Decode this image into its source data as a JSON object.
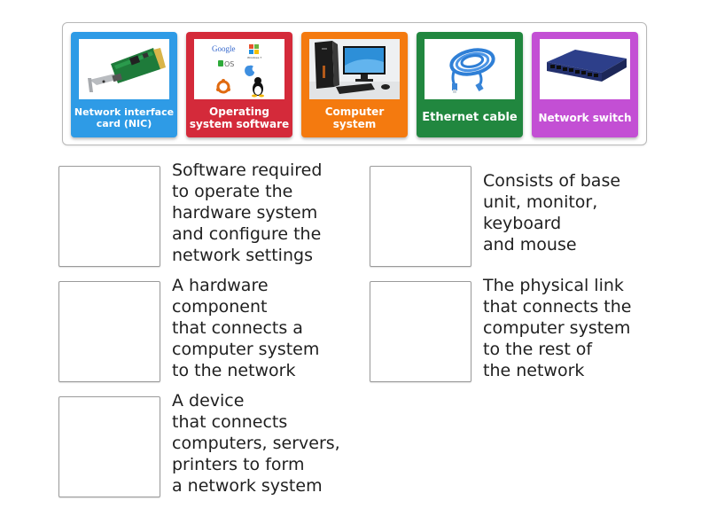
{
  "activity": {
    "tray": {
      "cards": [
        {
          "id": "nic",
          "label": "Network interface card (NIC)",
          "color": "#2e9be6",
          "image": "network-interface-card-image"
        },
        {
          "id": "os",
          "label": "Operating system software",
          "color": "#d42a3a",
          "image": "operating-system-logos-image",
          "logos": [
            "Google",
            "OS",
            "Windows 7"
          ]
        },
        {
          "id": "computer",
          "label": "Computer system",
          "color": "#f47a0f",
          "image": "desktop-computer-image"
        },
        {
          "id": "ethernet",
          "label": "Ethernet cable",
          "color": "#21873f",
          "image": "ethernet-cable-image"
        },
        {
          "id": "switch",
          "label": "Network switch",
          "color": "#c34fd4",
          "image": "network-switch-image"
        }
      ]
    },
    "targets": [
      {
        "description": "Software required\nto operate the\nhardware system\nand configure the\nnetwork settings"
      },
      {
        "description": "Consists of base\nunit, monitor,\nkeyboard\nand mouse"
      },
      {
        "description": "A hardware\ncomponent\nthat connects a\ncomputer system\nto the network"
      },
      {
        "description": "The physical link\nthat connects the\ncomputer system\nto the rest of\nthe network"
      },
      {
        "description": "A device\nthat connects\ncomputers, servers,\nprinters to form\na network system"
      }
    ]
  }
}
